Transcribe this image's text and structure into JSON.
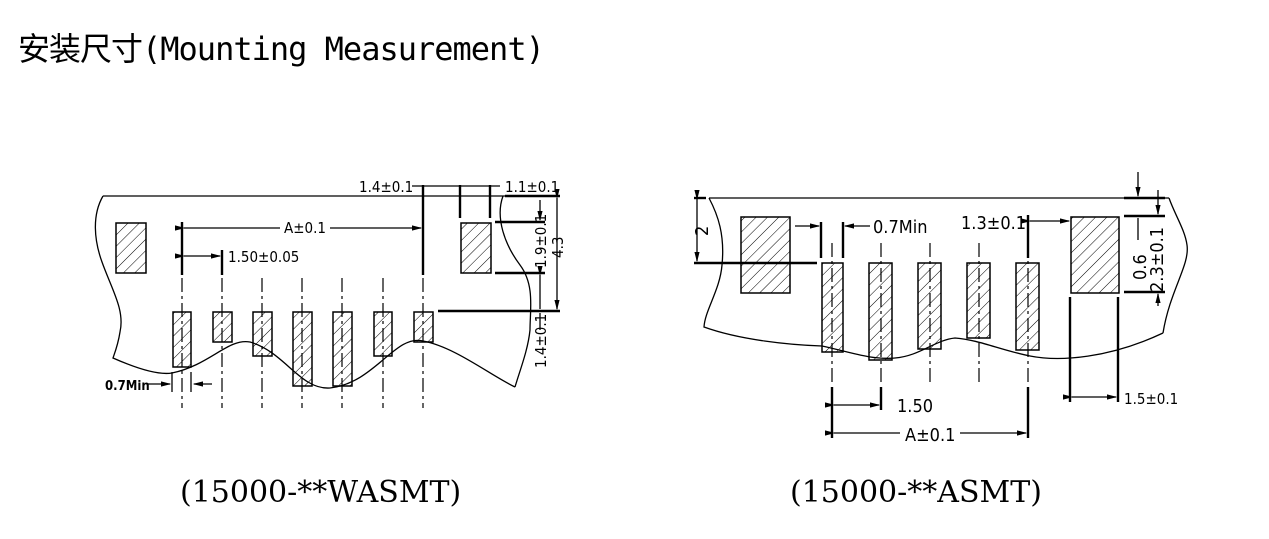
{
  "title": "安装尺寸(Mounting Measurement)",
  "left_drawing": {
    "caption": "(15000-**WASMT)",
    "labels": {
      "pitch_top": "1.4±0.1",
      "pad_width": "1.1±0.1",
      "span": "A±0.1",
      "pitch": "1.50±0.05",
      "pad_height": "1.9±0.1",
      "total_height": "4.3",
      "bottom_gap": "1.4±0.1",
      "min_gap": "0.7Min"
    }
  },
  "right_drawing": {
    "caption": "(15000-**ASMT)",
    "labels": {
      "height_left": "2",
      "min_gap": "0.7Min",
      "side_gap": "1.3±0.1",
      "top_offset": "0.6",
      "pad_height": "2.3±0.1",
      "pitch": "1.50",
      "span": "A±0.1",
      "pad_width": "1.5±0.1"
    }
  }
}
